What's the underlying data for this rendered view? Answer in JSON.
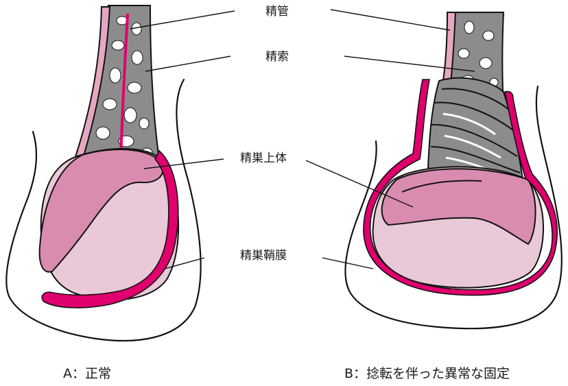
{
  "labels": {
    "vas_deferens": "精管",
    "spermatic_cord": "精索",
    "epididymis": "精巣上体",
    "tunica_vaginalis": "精巣鞘膜"
  },
  "captions": {
    "a": "A：正常",
    "b": "B：捻転を伴った異常な固定"
  },
  "colors": {
    "testis": "#e9c9d7",
    "epididymis": "#d98cb0",
    "tunica": "#e0006d",
    "cord": "#8c8c8c",
    "vas": "#e6a7c3"
  }
}
